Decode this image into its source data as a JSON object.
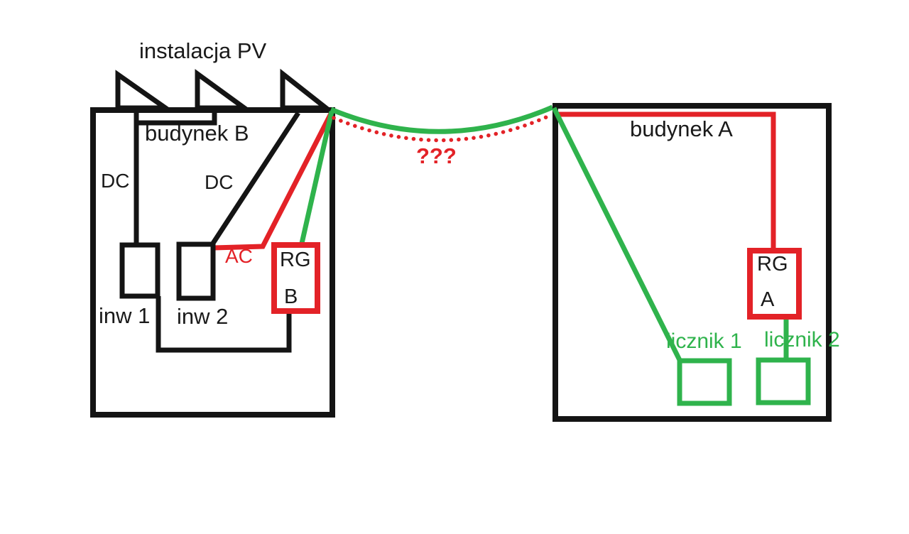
{
  "colors": {
    "line_black": "#141414",
    "wire_red": "#e32227",
    "wire_green": "#2fb34c",
    "text_black": "#1a1a1a",
    "background": "#ffffff"
  },
  "diagram": {
    "title": "instalacja PV",
    "building_b": {
      "name": "budynek B",
      "dc_left": "DC",
      "dc_right": "DC",
      "ac": "AC",
      "inverter1": "inw 1",
      "inverter2": "inw 2",
      "rg": {
        "line1": "RG",
        "line2": "B"
      }
    },
    "span": {
      "question": "???"
    },
    "building_a": {
      "name": "budynek A",
      "rg": {
        "line1": "RG",
        "line2": "A"
      },
      "meter1": "licznik 1",
      "meter2": "licznik 2"
    }
  }
}
